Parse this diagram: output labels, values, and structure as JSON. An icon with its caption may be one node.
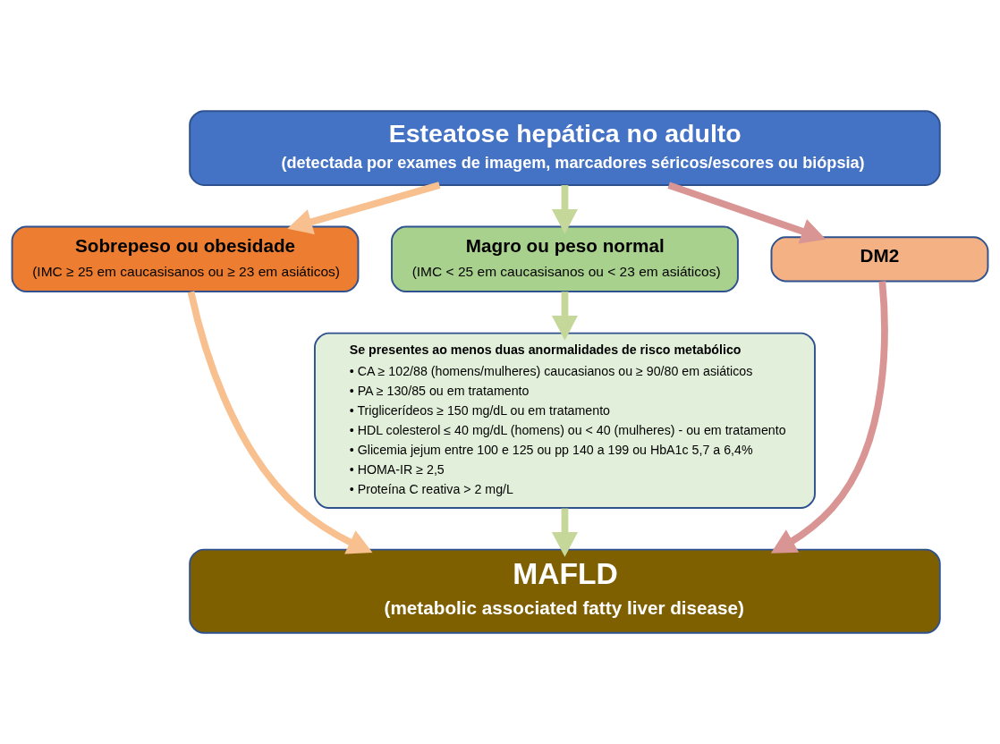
{
  "diagram": {
    "nodes": [
      {
        "text": [
          "Esteatose hepática no adulto",
          "(detectada por exames de imagem, marcadores séricos/escores ou biópsia)"
        ]
      },
      {
        "text": [
          "Sobrepeso ou obesidade",
          "(IMC ≥ 25 em caucasisanos ou ≥ 23 em asiáticos)"
        ]
      },
      {
        "text": [
          "Magro ou peso normal",
          "(IMC < 25 em caucasisanos ou < 23 em asiáticos)"
        ]
      },
      {
        "text": [
          "DM2"
        ]
      },
      {
        "text": [
          "Se presentes ao menos duas anormalidades de risco metabólico",
          "• CA ≥ 102/88 (homens/mulheres) caucasianos ou ≥ 90/80 em asiáticos",
          "• PA ≥ 130/85 ou em tratamento",
          "• Triglicerídeos ≥ 150 mg/dL ou em tratamento",
          "• HDL colesterol ≤ 40 mg/dL (homens) ou < 40 (mulheres) - ou em tratamento",
          "• Glicemia jejum entre 100 e 125 ou pp 140 a 199 ou HbA1c 5,7 a 6,4%",
          "• HOMA-IR ≥ 2,5",
          "• Proteína C reativa > 2 mg/L"
        ]
      },
      {
        "text": [
          "MAFLD",
          "(metabolic associated fatty liver disease)"
        ]
      }
    ],
    "edges": [
      {
        "from": 0,
        "to": 1,
        "arrow": "to",
        "color": "#f8c08f"
      },
      {
        "from": 0,
        "to": 2,
        "arrow": "to"
      },
      {
        "from": 0,
        "to": 3,
        "arrow": "to",
        "color": "#d99594"
      },
      {
        "from": 1,
        "to": 5,
        "arrow": "to",
        "color": "#f8c08f"
      },
      {
        "from": 2,
        "to": 4,
        "arrow": "to"
      },
      {
        "from": 4,
        "to": 5,
        "arrow": "to"
      },
      {
        "from": 3,
        "to": 5,
        "arrow": "to",
        "color": "#d99594"
      }
    ]
  }
}
